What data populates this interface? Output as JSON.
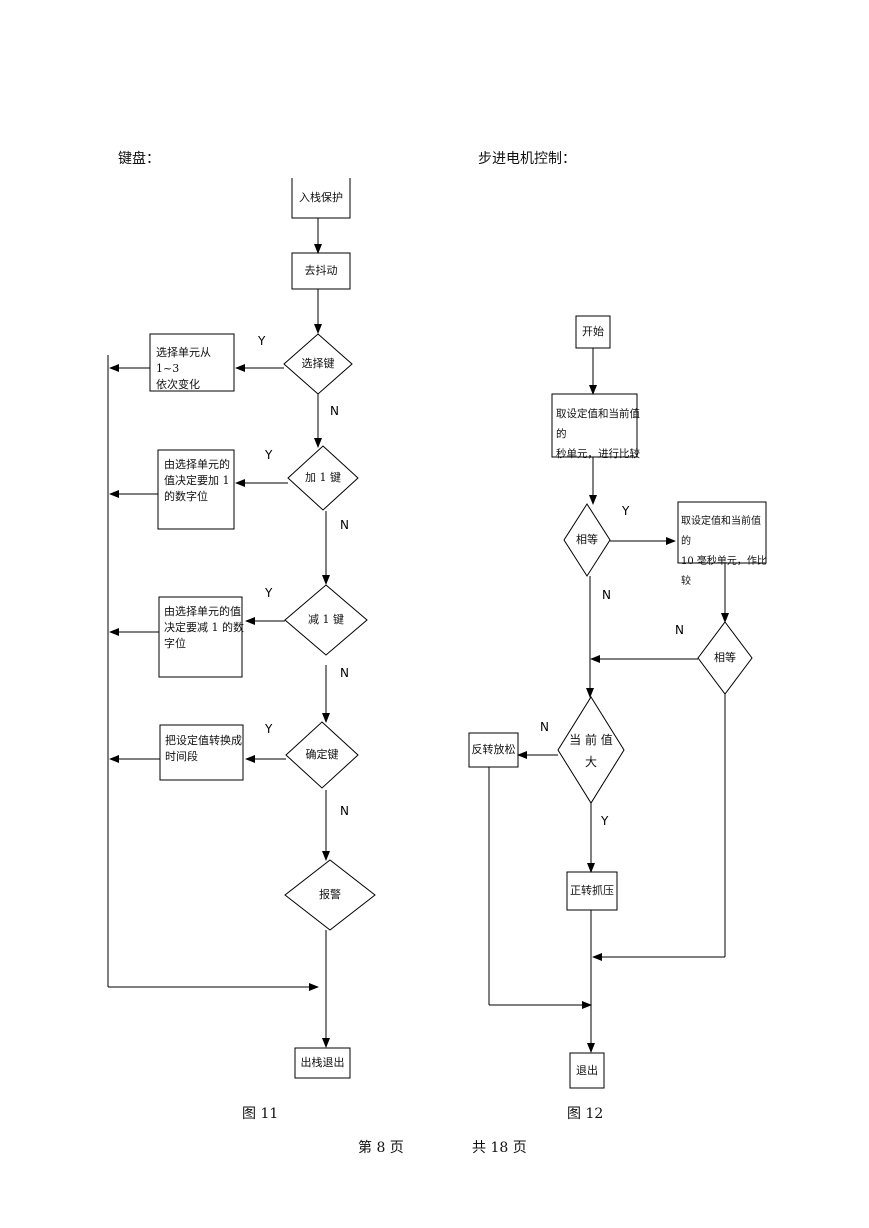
{
  "headings": {
    "keyboard": "键盘：",
    "stepper": "步进电机控制："
  },
  "fig11": {
    "caption": "图 11",
    "nodes": {
      "push": "入栈保护",
      "debounce": "去抖动",
      "select_key": "选择键",
      "select_unit": [
        "选择单元从 1~3",
        "依次变化"
      ],
      "add_key": "加 1 键",
      "add_action": [
        "由选择单元的",
        "值决定要加 1",
        "的数字位"
      ],
      "sub_key": "减 1 键",
      "sub_action": [
        "由选择单元的值",
        "决定要减 1 的数",
        "字位"
      ],
      "confirm_key": "确定键",
      "confirm_action": [
        "把设定值转换成",
        "时间段"
      ],
      "alarm": "报警",
      "pop_exit": "出栈退出"
    },
    "labels": {
      "yes": "Y",
      "no": "N"
    }
  },
  "fig12": {
    "caption": "图 12",
    "nodes": {
      "start": "开始",
      "compare_sec": [
        "取设定值和当前值的",
        "秒单元，进行比较"
      ],
      "equal1": "相等",
      "compare_ms": [
        "取设定值和当前值的",
        "10 毫秒单元，作比较"
      ],
      "equal2": "相等",
      "current_bigger": [
        "当 前 值",
        "大"
      ],
      "reverse": "反转放松",
      "forward": "正转抓压",
      "exit": "退出"
    },
    "labels": {
      "yes": "Y",
      "no": "N"
    }
  },
  "footer": {
    "page": "第  8  页",
    "total": "共  18  页"
  }
}
